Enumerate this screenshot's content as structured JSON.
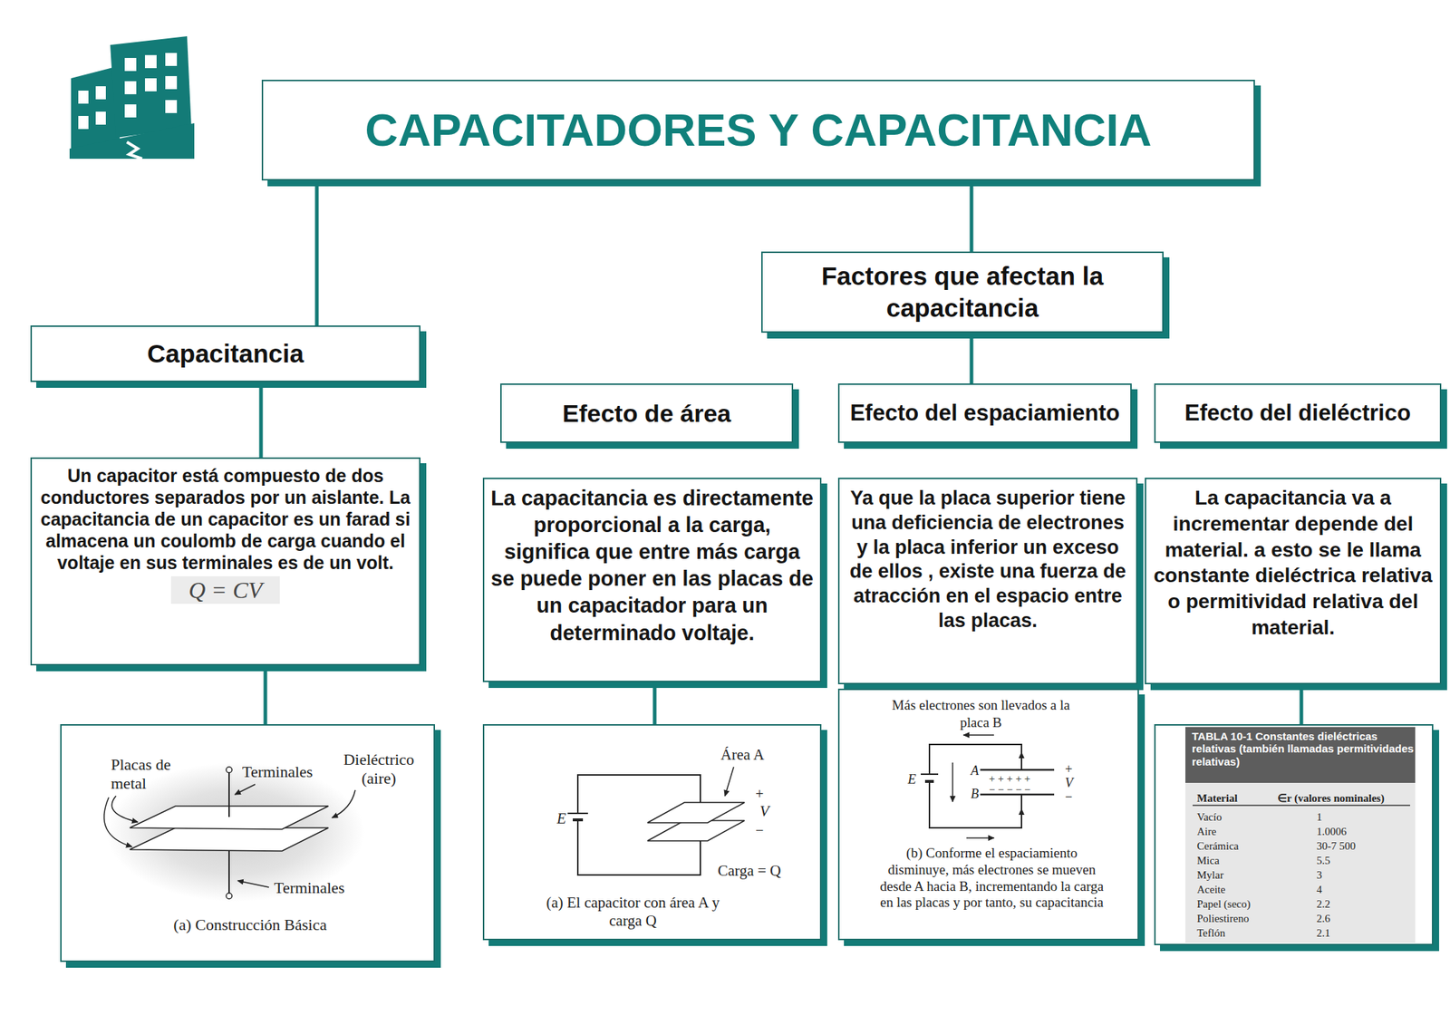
{
  "diagram": {
    "nodes": [
      {
        "text": [
          "CAPACITADORES Y CAPACITANCIA"
        ]
      },
      {
        "text": [
          "Capacitancia"
        ]
      },
      {
        "text": [
          "Factores que afectan la capacitancia"
        ]
      },
      {
        "text": [
          "Un capacitor está compuesto de dos conductores separados por un aislante. La capacitancia de un capacitor es un farad si almacena un coulomb de carga cuando el voltaje en sus terminales es de un volt.",
          "Q = CV"
        ]
      },
      {
        "text": [
          "Placas de metal",
          "Terminales",
          "Dieléctrico (aire)",
          "Terminales",
          "(a) Construcción Básica"
        ]
      },
      {
        "text": [
          "Efecto de área"
        ]
      },
      {
        "text": [
          "Efecto del espaciamiento"
        ]
      },
      {
        "text": [
          "Efecto del dieléctrico"
        ]
      },
      {
        "text": [
          "La capacitancia es directamente proporcional a la carga, significa que entre más carga se puede poner en las placas de un capacitador para un determinado voltaje."
        ]
      },
      {
        "text": [
          "Ya que la placa superior tiene una deficiencia de electrones y la placa inferior un exceso de ellos , existe una fuerza de atracción en el espacio entre las placas."
        ]
      },
      {
        "text": [
          "La capacitancia va a incrementar depende del material. a esto se le llama constante dieléctrica relativa o permitividad relativa del material."
        ]
      },
      {
        "text": [
          "Área A",
          "+",
          "V",
          "−",
          "E",
          "Carga = Q",
          "(a) El capacitor con área A y carga Q"
        ]
      },
      {
        "text": [
          "Más electrones son llevados a la placa B",
          "E",
          "A",
          "B",
          "+ + + + +",
          "− − − − −",
          "+",
          "V",
          "−",
          "(b) Conforme el espaciamiento disminuye, más electrones se mueven desde A hacia B, incrementando la carga en las placas y por tanto, su capacitancia"
        ]
      },
      {
        "text": [
          "TABLA 10-1 Constantes dieléctricas relativas (también llamadas permitividades relativas)",
          "Material",
          "∈r (valores nominales)",
          "Vacío",
          "1",
          "Aire",
          "1.0006",
          "Cerámica",
          "30-7 500",
          "Mica",
          "5.5",
          "Mylar",
          "3",
          "Aceite",
          "4",
          "Papel (seco)",
          "2.2",
          "Poliestireno",
          "2.6",
          "Teflón",
          "2.1"
        ]
      }
    ],
    "edges": [
      {
        "from": 0,
        "to": 1,
        "arrow": "none"
      },
      {
        "from": 0,
        "to": 2,
        "arrow": "none"
      },
      {
        "from": 1,
        "to": 3,
        "arrow": "none"
      },
      {
        "from": 3,
        "to": 4,
        "arrow": "none"
      },
      {
        "from": 2,
        "to": 6,
        "arrow": "none"
      },
      {
        "from": 8,
        "to": 11,
        "arrow": "none"
      },
      {
        "from": 10,
        "to": 13,
        "arrow": "none"
      }
    ]
  }
}
